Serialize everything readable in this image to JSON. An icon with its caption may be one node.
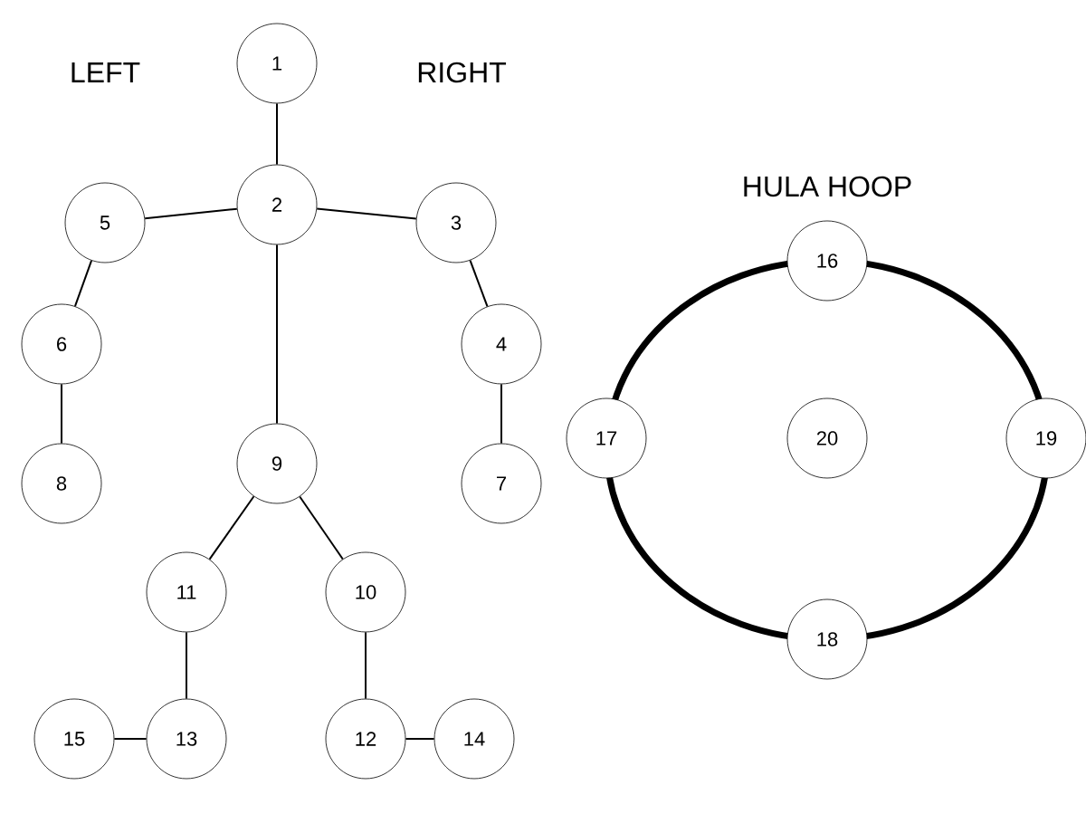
{
  "diagram": {
    "nodes": [
      {
        "text": [
          "1"
        ]
      },
      {
        "text": [
          "2"
        ]
      },
      {
        "text": [
          "3"
        ]
      },
      {
        "text": [
          "4"
        ]
      },
      {
        "text": [
          "5"
        ]
      },
      {
        "text": [
          "6"
        ]
      },
      {
        "text": [
          "7"
        ]
      },
      {
        "text": [
          "8"
        ]
      },
      {
        "text": [
          "9"
        ]
      },
      {
        "text": [
          "10"
        ]
      },
      {
        "text": [
          "11"
        ]
      },
      {
        "text": [
          "12"
        ]
      },
      {
        "text": [
          "13"
        ]
      },
      {
        "text": [
          "14"
        ]
      },
      {
        "text": [
          "15"
        ]
      },
      {
        "text": [
          "16"
        ]
      },
      {
        "text": [
          "17"
        ]
      },
      {
        "text": [
          "18"
        ]
      },
      {
        "text": [
          "19"
        ]
      },
      {
        "text": [
          "20"
        ]
      }
    ],
    "edges": [
      {
        "from": 0,
        "to": 1,
        "arrow": "none"
      },
      {
        "from": 1,
        "to": 4,
        "arrow": "none"
      },
      {
        "from": 1,
        "to": 2,
        "arrow": "none"
      },
      {
        "from": 4,
        "to": 5,
        "arrow": "none"
      },
      {
        "from": 5,
        "to": 7,
        "arrow": "none"
      },
      {
        "from": 2,
        "to": 3,
        "arrow": "none"
      },
      {
        "from": 3,
        "to": 6,
        "arrow": "none"
      },
      {
        "from": 1,
        "to": 8,
        "arrow": "none"
      },
      {
        "from": 8,
        "to": 10,
        "arrow": "none"
      },
      {
        "from": 8,
        "to": 9,
        "arrow": "none"
      },
      {
        "from": 10,
        "to": 12,
        "arrow": "none"
      },
      {
        "from": 12,
        "to": 14,
        "arrow": "none"
      },
      {
        "from": 9,
        "to": 11,
        "arrow": "none"
      },
      {
        "from": 11,
        "to": 13,
        "arrow": "none"
      }
    ],
    "labels": [
      "LEFT",
      "RIGHT",
      "HULA HOOP"
    ]
  }
}
